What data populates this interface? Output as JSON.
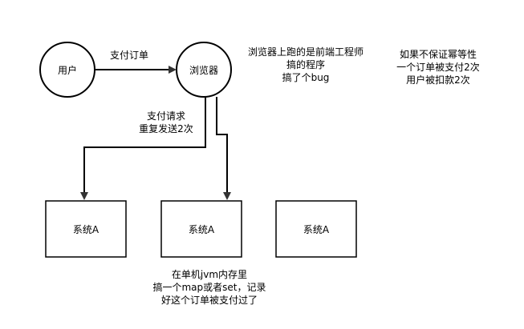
{
  "nodes": {
    "user": "用户",
    "browser": "浏览器",
    "system_a_1": "系统A",
    "system_a_2": "系统A",
    "system_a_3": "系统A"
  },
  "edges": {
    "pay_order": "支付订单",
    "pay_request": [
      "支付请求",
      "重复发送2次"
    ]
  },
  "notes": {
    "frontend_bug": [
      "浏览器上跑的是前端工程师",
      "搞的程序",
      "搞了个bug"
    ],
    "idempotency": [
      "如果不保证幂等性",
      "一个订单被支付2次",
      "用户被扣款2次"
    ],
    "jvm_memory": [
      "在单机jvm内存里",
      "搞一个map或者set，记录",
      "好这个订单被支付过了"
    ]
  },
  "colors": {
    "stroke": "#000000",
    "fill": "#ffffff",
    "arrow": "#333333"
  }
}
